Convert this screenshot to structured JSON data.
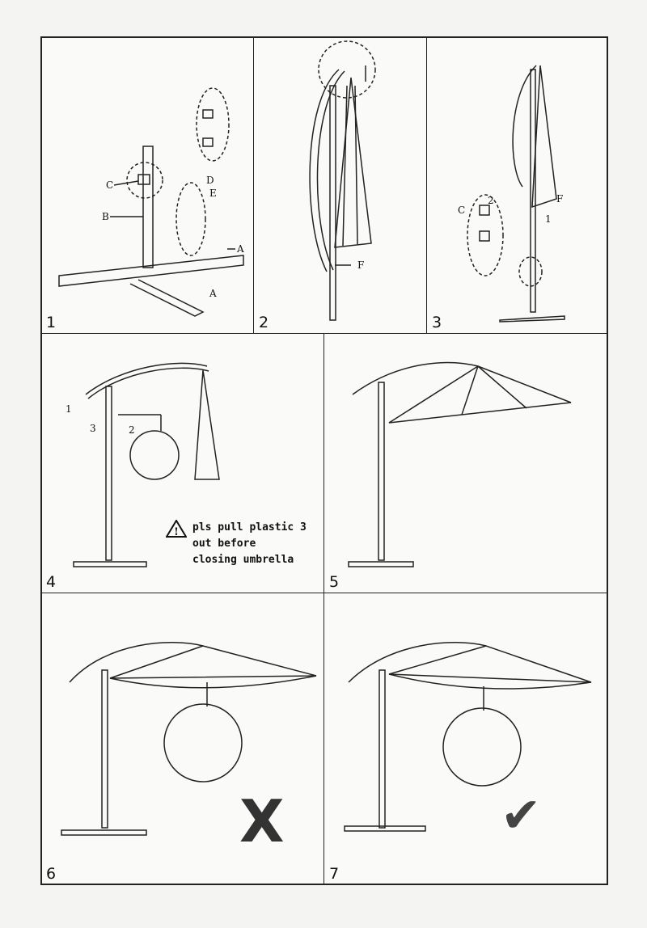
{
  "steps": [
    {
      "number": "1",
      "labels": {
        "a1": "A",
        "a2": "A",
        "b": "B",
        "c": "C",
        "d": "D",
        "e": "E"
      }
    },
    {
      "number": "2",
      "labels": {
        "f": "F"
      }
    },
    {
      "number": "3",
      "labels": {
        "c": "C",
        "f": "F",
        "n2": "2",
        "n1": "1"
      }
    },
    {
      "number": "4",
      "labels": {
        "n1": "1",
        "n3": "3",
        "n2": "2"
      },
      "warning": {
        "icon": "warning-triangle-icon",
        "line1": "pls pull plastic 3",
        "line2": "out before",
        "line3": "closing umbrella"
      }
    },
    {
      "number": "5"
    },
    {
      "number": "6",
      "result": "X"
    },
    {
      "number": "7",
      "result": "✔"
    }
  ]
}
